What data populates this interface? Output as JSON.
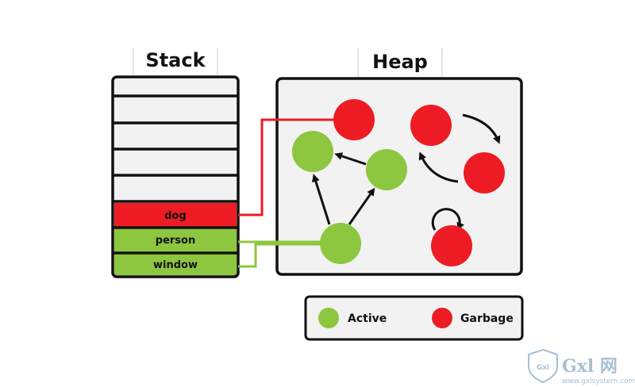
{
  "stack": {
    "title": "Stack",
    "slots": [
      "",
      "",
      "",
      "",
      "",
      "dog",
      "person",
      "window"
    ]
  },
  "heap": {
    "title": "Heap"
  },
  "legend": {
    "active_label": "Active",
    "garbage_label": "Garbage"
  },
  "colors": {
    "active": "#8dc63f",
    "garbage": "#ed1c24",
    "panel_bg": "#f2f2f2",
    "outline": "#111111",
    "watermark": "#9bb4cc"
  },
  "watermark": {
    "shield_text": "Gxl",
    "brand": "Gxl 网",
    "url": "www.gxlsystem.com"
  }
}
